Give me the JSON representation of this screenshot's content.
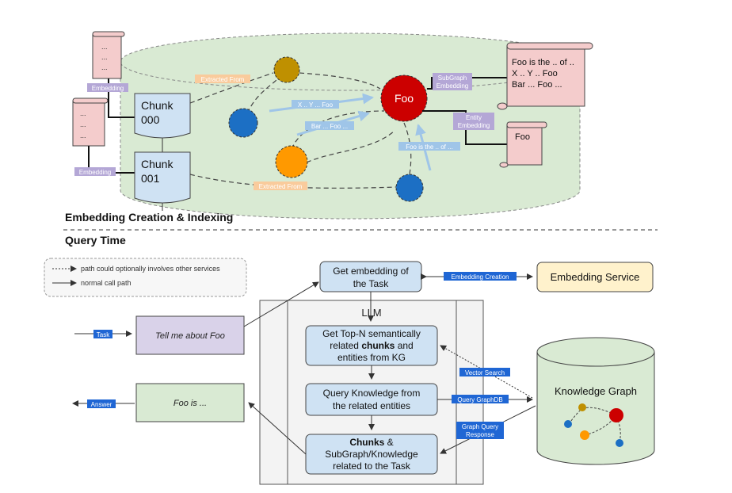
{
  "sections": {
    "indexing_title": "Embedding Creation & Indexing",
    "query_title": "Query Time"
  },
  "legend": {
    "dotted": "path could optionally involves other services",
    "solid": "normal call path"
  },
  "indexing": {
    "doc_dots": [
      "...",
      "...",
      "..."
    ],
    "embedding_label_1": "Embedding",
    "embedding_label_2": "Embedding",
    "chunk_000": [
      "Chunk",
      "000"
    ],
    "chunk_001": [
      "Chunk",
      "001"
    ],
    "extracted_from_1": "Extracted From",
    "extracted_from_2": "Extracted From",
    "rel_1": "X .. Y ... Foo",
    "rel_2": "Bar ... Foo ...",
    "rel_3": "Foo is the .. of ...",
    "entity_foo": "Foo",
    "subgraph_label": [
      "SubGraph",
      "Embedding"
    ],
    "entity_label": [
      "Entity",
      "Embedding"
    ],
    "subgraph_doc": [
      "Foo is the .. of ..",
      "X .. Y .. Foo",
      "Bar ... Foo ..."
    ],
    "entity_doc": "Foo"
  },
  "query": {
    "get_embedding": [
      "Get embedding of",
      "the Task"
    ],
    "embedding_creation": "Embedding Creation",
    "embedding_service": "Embedding Service",
    "llm": "LLM",
    "topn": [
      "Get Top-N semantically",
      "related",
      "chunks",
      "and",
      "entities from KG"
    ],
    "query_knowledge": [
      "Query Knowledge from",
      "the related entities"
    ],
    "chunks_sub": [
      "Chunks",
      "&",
      "SubGraph/Knowledge",
      "related to the Task"
    ],
    "task_label": "Task",
    "task_text": "Tell me about Foo",
    "answer_label": "Answer",
    "answer_text": "Foo is ...",
    "vector_search": "Vector Search",
    "query_graphdb": "Query GraphDB",
    "graph_query_response": [
      "Graph Query",
      "Response"
    ],
    "knowledge_graph": "Knowledge Graph"
  }
}
